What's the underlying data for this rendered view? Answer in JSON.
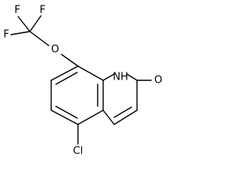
{
  "structure": {
    "atoms": {
      "f1": "F",
      "f2": "F",
      "f3": "F",
      "oxygen_ether": "O",
      "nh": "NH",
      "oxygen_carbonyl": "O",
      "chlorine": "Cl"
    }
  },
  "colors": {
    "bond": "#000000",
    "label": "#000000",
    "background": "#ffffff"
  }
}
